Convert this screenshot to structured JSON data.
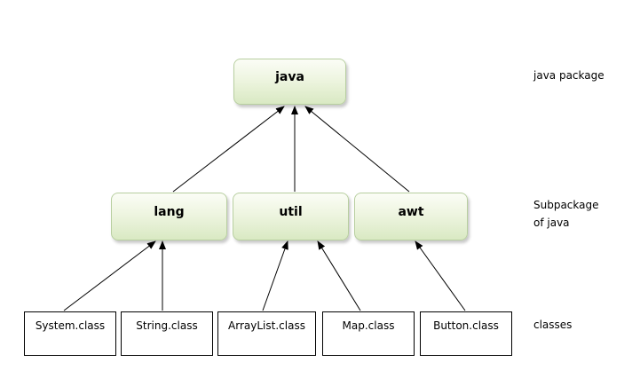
{
  "packages": {
    "java": "java",
    "lang": "lang",
    "util": "util",
    "awt": "awt"
  },
  "classes": {
    "system": "System.class",
    "string": "String.class",
    "arraylist": "ArrayList.class",
    "map": "Map.class",
    "button": "Button.class"
  },
  "labels": {
    "java_package": "java package",
    "subpackage_line1": "Subpackage",
    "subpackage_line2": "of java",
    "classes": "classes"
  },
  "colors": {
    "package_fill_top": "#fbfdf6",
    "package_fill_bottom": "#d9e9c3",
    "package_border": "#b8cfa0",
    "arrow": "#000000",
    "class_border": "#000000"
  },
  "relations": [
    {
      "from": "lang",
      "to": "java"
    },
    {
      "from": "util",
      "to": "java"
    },
    {
      "from": "awt",
      "to": "java"
    },
    {
      "from": "System.class",
      "to": "lang"
    },
    {
      "from": "String.class",
      "to": "lang"
    },
    {
      "from": "ArrayList.class",
      "to": "util"
    },
    {
      "from": "Map.class",
      "to": "util"
    },
    {
      "from": "Button.class",
      "to": "awt"
    }
  ]
}
